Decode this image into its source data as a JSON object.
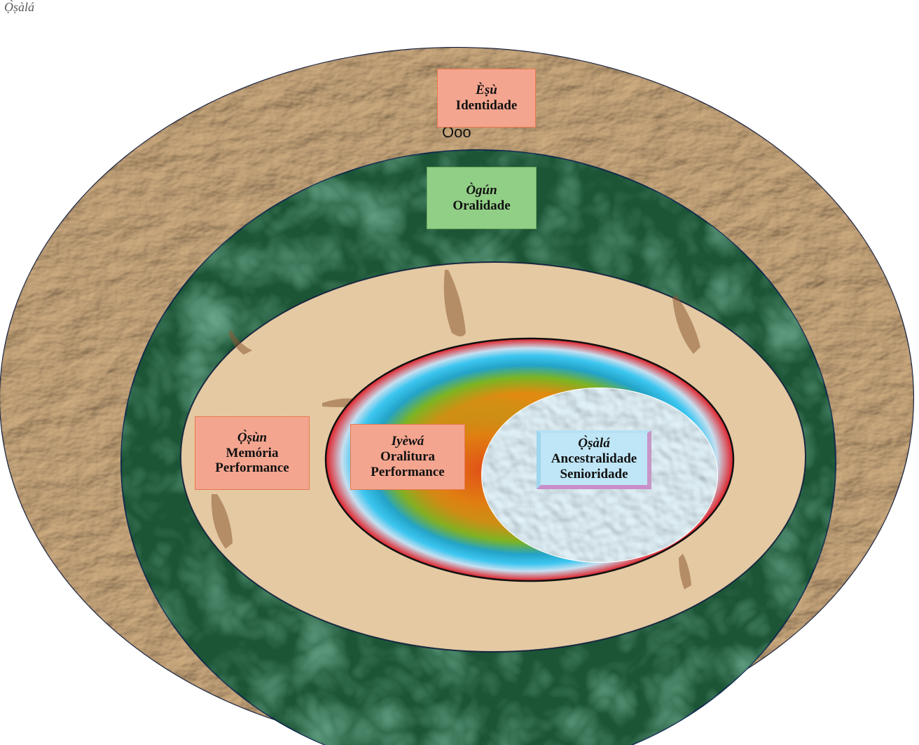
{
  "caption": "Ọ̀ṣàlá",
  "stray_text": "Ooo",
  "layers": {
    "esu": {
      "orixa": "Èṣù",
      "lines": [
        "Identidade"
      ]
    },
    "ogun": {
      "orixa": "Ògún",
      "lines": [
        "Oralidade"
      ]
    },
    "osun": {
      "orixa": "Ọ̀ṣùn",
      "lines": [
        "Memória",
        "Performance"
      ]
    },
    "iyewa": {
      "orixa": "Iyèwá",
      "lines": [
        "Oralitura",
        "Performance"
      ]
    },
    "osala": {
      "orixa": "Ọ̀ṣàlá",
      "lines": [
        "Ancestralidade",
        "Senioridade"
      ]
    }
  },
  "colors": {
    "paper": "#b88f62",
    "marble": "#1e5a3a",
    "sand": "#e6cba3",
    "red_ring": "#e0202a",
    "cyan_ring": "#22b3e6",
    "core": "#e2f4fb",
    "salmon": "#f4a58f",
    "green": "#92cf86"
  }
}
